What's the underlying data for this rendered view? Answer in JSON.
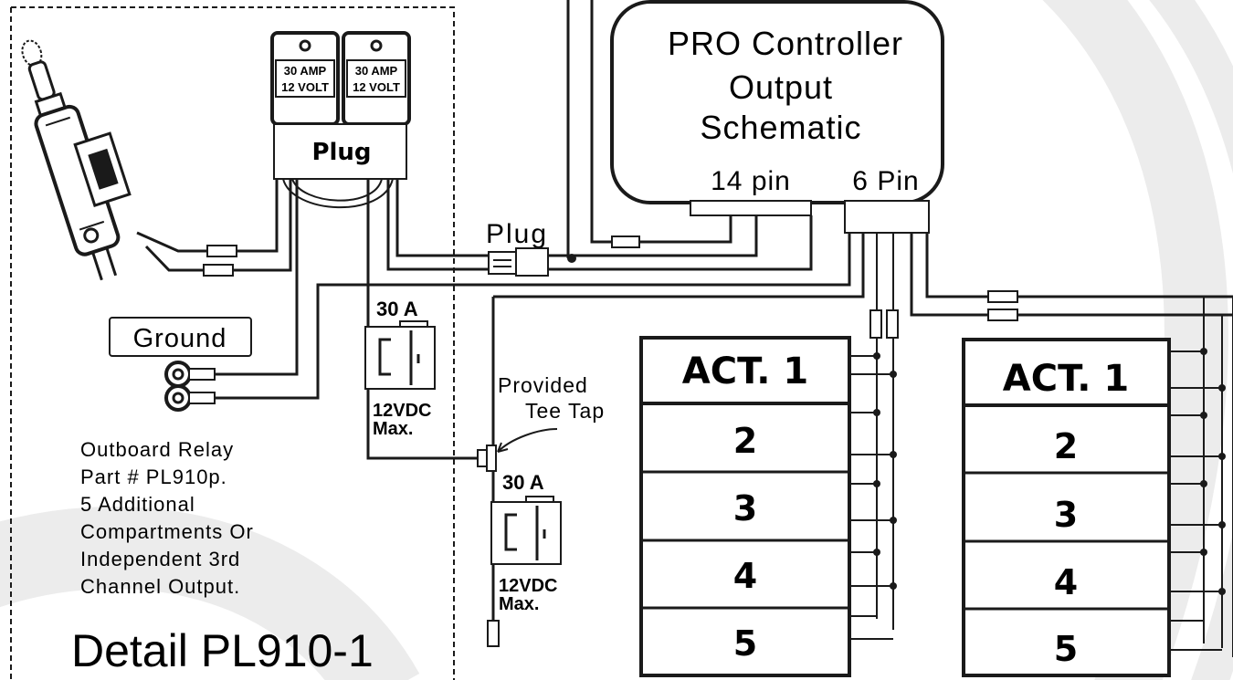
{
  "controller": {
    "title_lines": [
      "PRO Controller",
      "Output",
      "Schematic"
    ],
    "pin14_label": "14 pin",
    "pin6_label": "6 Pin"
  },
  "relays": {
    "top_rating_line1": "30 AMP",
    "top_rating_line2": "12 VOLT",
    "plug_label": "Plug"
  },
  "plug_connector_label": "Plug",
  "ground_label": "Ground",
  "inline_relay": {
    "amp_label": "30 A",
    "volt_line1": "12VDC",
    "volt_line2": "Max."
  },
  "tee_tap_label_lines": [
    "Provided",
    "Tee Tap"
  ],
  "outboard_note_lines": [
    "Outboard Relay",
    "Part # PL910p.",
    "5 Additional",
    "Compartments Or",
    "Independent 3rd",
    "Channel Output."
  ],
  "detail_label": "Detail PL910-1",
  "actuator_panels": [
    {
      "rows": [
        "ACT. 1",
        "2",
        "3",
        "4",
        "5"
      ]
    },
    {
      "rows": [
        "ACT. 1",
        "2",
        "3",
        "4",
        "5"
      ]
    }
  ]
}
